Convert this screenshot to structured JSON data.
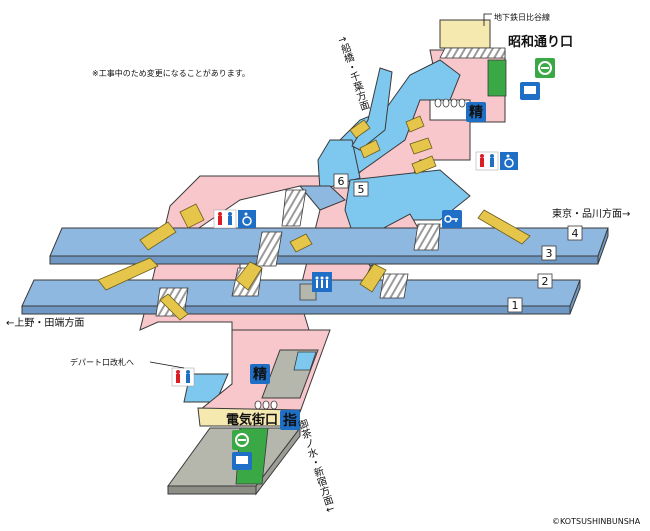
{
  "exits": {
    "showa_dori": "昭和通り口",
    "denki_gai": "電気街口"
  },
  "connections": {
    "subway_hibiya": "地下鉄日比谷線",
    "department_store": "デパート口改札へ"
  },
  "notice": "※工事中のため変更になることがあります。",
  "directions": {
    "funabashi_chiba": "↑船橋・千葉方面",
    "tokyo_shinagawa": "東京・品川方面→",
    "ueno_tabata": "←上野・田端方面",
    "ochanomizu_shinjuku": "御茶ノ水・新宿方面↓"
  },
  "platforms": [
    "1",
    "2",
    "3",
    "4",
    "5",
    "6"
  ],
  "signs": {
    "fare_adjust": "精",
    "reserved_seat": "指"
  },
  "copyright": "©KOTSUSHINBUNSHA",
  "colors": {
    "platform": "#8fb8e0",
    "concourse": "#f7c7cc",
    "concourse_blue": "#7ec8f0",
    "stairs": "#f6e07a",
    "escalator": "#e6c64a",
    "floor_gray": "#b5b7ad",
    "outline": "#3a3a3a",
    "ic_green": "#3aa845",
    "info_blue": "#1f6fc6",
    "toilet_red": "#d91e26"
  },
  "icons": [
    "toilet-icon",
    "wheelchair-icon",
    "elevator-icon",
    "locker-icon",
    "green-window-icon",
    "ticket-machine-icon"
  ]
}
